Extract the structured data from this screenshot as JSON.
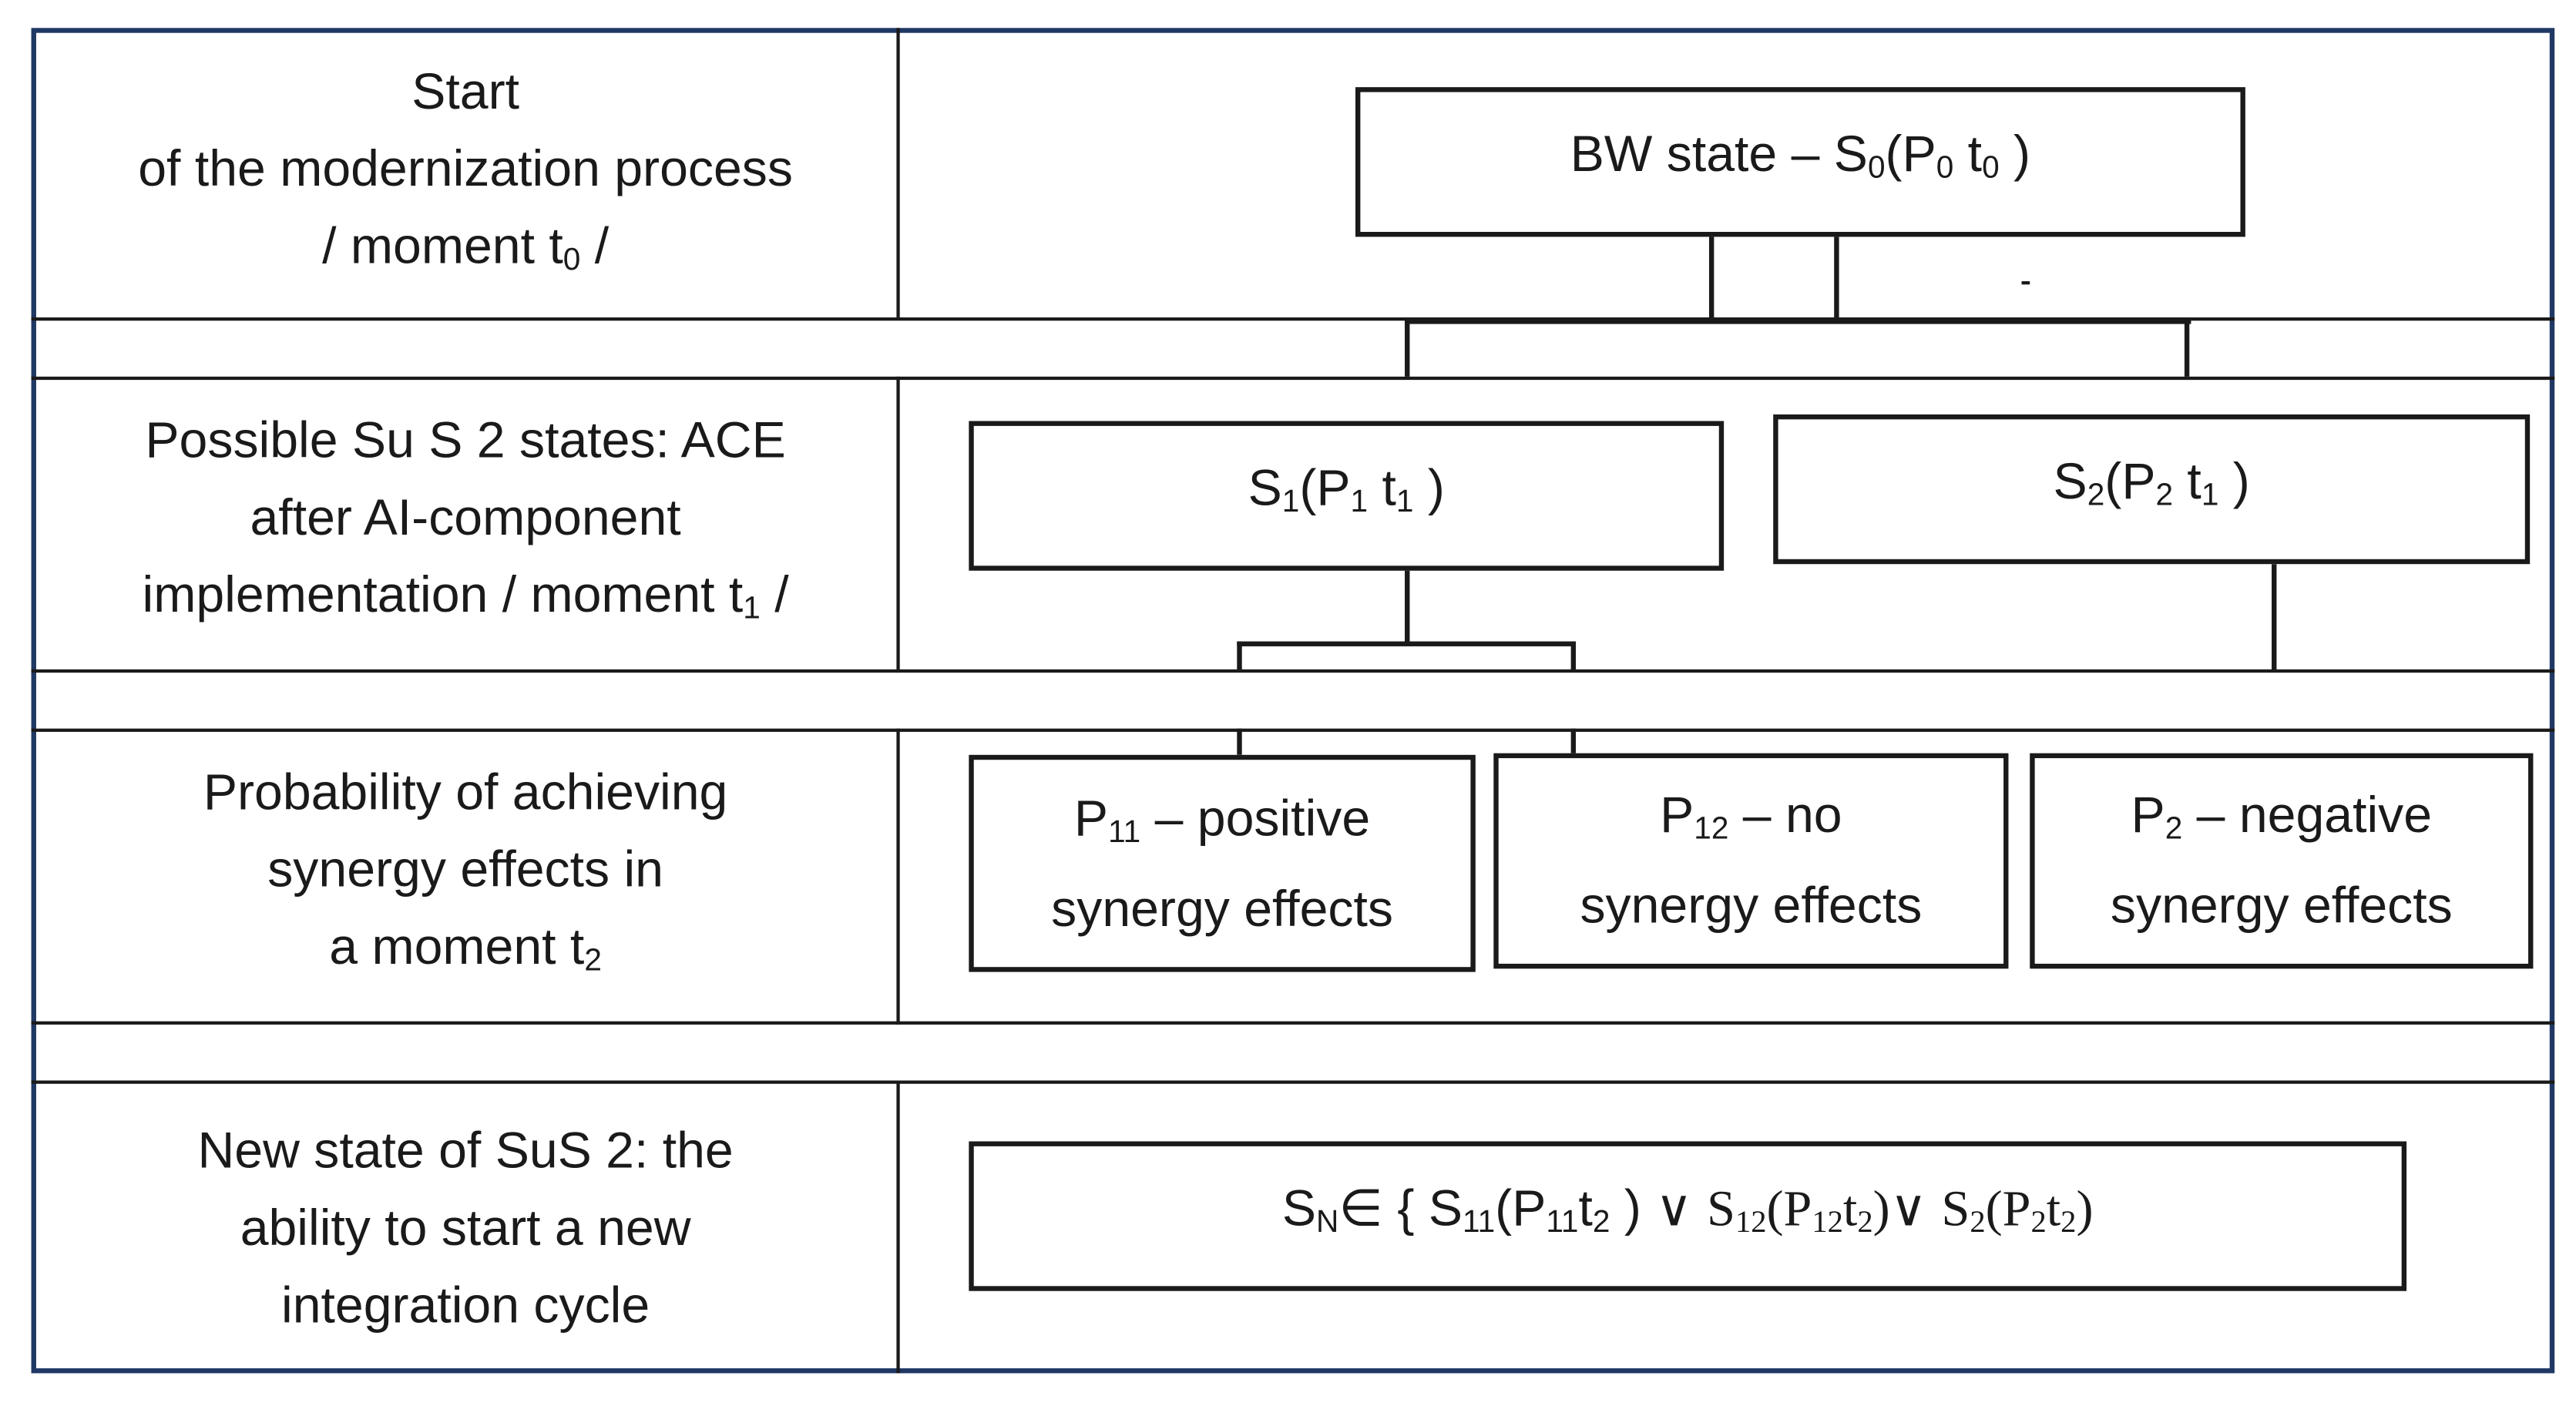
{
  "stages": [
    {
      "parts": [
        {
          "t": "Start"
        },
        {
          "br": true
        },
        {
          "t": "of the modernization process"
        },
        {
          "br": true
        },
        {
          "t": "/ moment t"
        },
        {
          "sub": "0"
        },
        {
          "t": " /"
        }
      ]
    },
    {
      "parts": [
        {
          "t": "Possible Su S 2 states: ACE"
        },
        {
          "br": true
        },
        {
          "t": "after AI-component"
        },
        {
          "br": true
        },
        {
          "t": "implementation / moment t"
        },
        {
          "sub": "1"
        },
        {
          "t": " /"
        }
      ]
    },
    {
      "parts": [
        {
          "t": "Probability of achieving"
        },
        {
          "br": true
        },
        {
          "t": "synergy effects in"
        },
        {
          "br": true
        },
        {
          "t": "a moment t"
        },
        {
          "sub": "2"
        }
      ]
    },
    {
      "parts": [
        {
          "t": "New state of SuS 2: the"
        },
        {
          "br": true
        },
        {
          "t": "ability to start a new"
        },
        {
          "br": true
        },
        {
          "t": "integration cycle"
        }
      ]
    }
  ],
  "boxes": {
    "initial_state": {
      "parts": [
        {
          "t": "BW state – S"
        },
        {
          "sub": "0"
        },
        {
          "t": "(P"
        },
        {
          "sub": "0"
        },
        {
          "t": " t"
        },
        {
          "sub": "0"
        },
        {
          "t": " )"
        }
      ]
    },
    "state_s1": {
      "parts": [
        {
          "t": "S"
        },
        {
          "sub": "1"
        },
        {
          "t": "(P"
        },
        {
          "sub": "1"
        },
        {
          "t": " t"
        },
        {
          "sub": "1"
        },
        {
          "t": " )"
        }
      ]
    },
    "state_s2": {
      "parts": [
        {
          "t": "S"
        },
        {
          "sub": "2"
        },
        {
          "t": "(P"
        },
        {
          "sub": "2"
        },
        {
          "t": " t"
        },
        {
          "sub": "1"
        },
        {
          "t": " )"
        }
      ]
    },
    "positive": {
      "parts": [
        {
          "t": "P"
        },
        {
          "sub": "11"
        },
        {
          "t": " – positive"
        },
        {
          "br": true
        },
        {
          "t": "synergy effects"
        }
      ]
    },
    "none": {
      "parts": [
        {
          "t": "P"
        },
        {
          "sub": "12"
        },
        {
          "t": " – no"
        },
        {
          "br": true
        },
        {
          "t": "synergy effects"
        }
      ]
    },
    "negative": {
      "parts": [
        {
          "t": "P"
        },
        {
          "sub": "2"
        },
        {
          "t": " – negative"
        },
        {
          "br": true
        },
        {
          "t": "synergy effects"
        }
      ]
    },
    "new_state": {
      "parts": [
        {
          "t": "S"
        },
        {
          "sub": "N"
        },
        {
          "t": "∈ { S"
        },
        {
          "sub": "11"
        },
        {
          "t": "(P"
        },
        {
          "sub": "11"
        },
        {
          "t": "t"
        },
        {
          "sub": "2"
        },
        {
          "t": " ) ∨ "
        },
        {
          "serif": "S"
        },
        {
          "sub_serif": "12"
        },
        {
          "serif": "(P"
        },
        {
          "sub_serif": "12"
        },
        {
          "serif": "t"
        },
        {
          "sub_serif": "2"
        },
        {
          "serif": ")"
        },
        {
          "t": "∨ "
        },
        {
          "serif": "S"
        },
        {
          "sub_serif": "2"
        },
        {
          "serif": "(P"
        },
        {
          "sub_serif": "2"
        },
        {
          "serif": "t"
        },
        {
          "sub_serif": "2"
        },
        {
          "serif": ")"
        }
      ]
    }
  }
}
